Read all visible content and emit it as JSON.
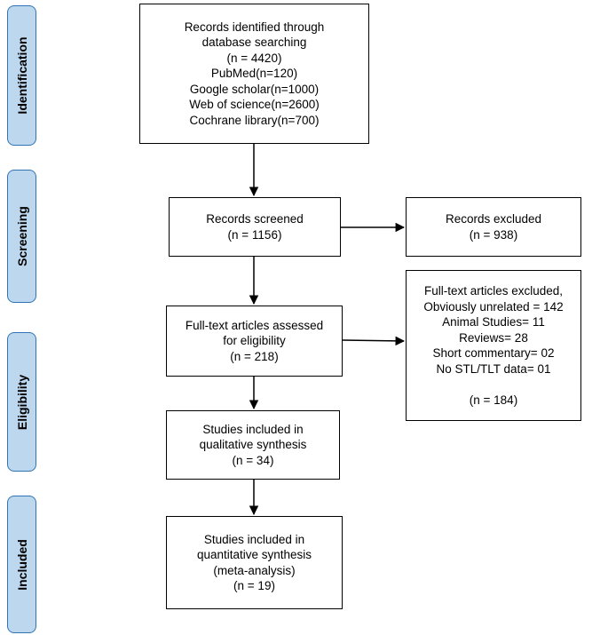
{
  "phases": [
    {
      "id": "identification",
      "label": "Identification"
    },
    {
      "id": "screening",
      "label": "Screening"
    },
    {
      "id": "eligibility",
      "label": "Eligibility"
    },
    {
      "id": "included",
      "label": "Included"
    }
  ],
  "boxes": {
    "identified": [
      "Records identified through",
      "database searching",
      "(n = 4420)",
      "PubMed(n=120)",
      "Google scholar(n=1000)",
      "Web of science(n=2600)",
      "Cochrane library(n=700)"
    ],
    "screened": [
      "Records screened",
      "(n = 1156)"
    ],
    "excluded": [
      "Records excluded",
      "(n = 938)"
    ],
    "fulltext": [
      "Full-text articles assessed",
      "for eligibility",
      "(n = 218)"
    ],
    "fulltext_excluded": [
      "Full-text articles excluded,",
      "Obviously unrelated = 142",
      "Animal Studies= 11",
      "Reviews= 28",
      "Short commentary= 02",
      "No STL/TLT data= 01",
      "",
      "(n = 184)"
    ],
    "qualitative": [
      "Studies included in",
      "qualitative synthesis",
      "(n = 34)"
    ],
    "quantitative": [
      "Studies included in",
      "quantitative synthesis",
      "(meta-analysis)",
      "(n = 19)"
    ]
  }
}
